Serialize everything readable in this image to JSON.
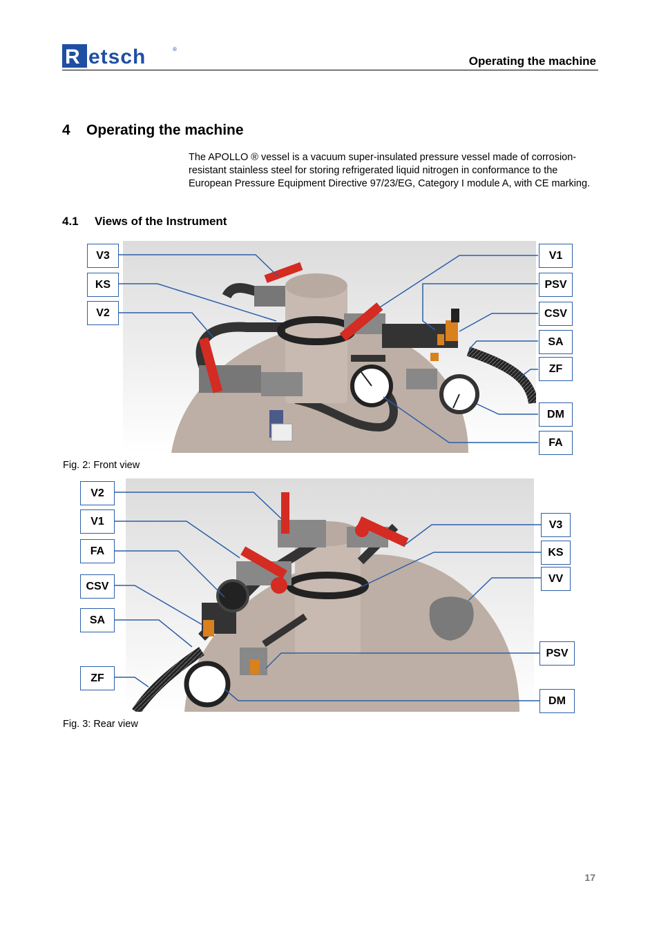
{
  "brand": {
    "name": "Retsch",
    "registered": "®"
  },
  "header": {
    "title": "Operating the machine"
  },
  "chapter": {
    "number": "4",
    "title": "Operating the machine"
  },
  "intro_text": "The APOLLO ® vessel is a vacuum super-insulated pressure vessel made of corrosion-resistant stainless steel for storing refrigerated liquid nitrogen in conformance to the European Pressure Equipment Directive 97/23/EG, Category I module A, with CE marking.",
  "section": {
    "number": "4.1",
    "title": "Views of the Instrument"
  },
  "front_view": {
    "caption": "Fig. 2: Front view",
    "labels": {
      "v3": "V3",
      "ks": "KS",
      "v2": "V2",
      "v1": "V1",
      "psv": "PSV",
      "csv": "CSV",
      "sa": "SA",
      "zf": "ZF",
      "dm": "DM",
      "fa": "FA"
    }
  },
  "rear_view": {
    "caption": "Fig. 3: Rear view",
    "labels": {
      "v2": "V2",
      "v1": "V1",
      "fa": "FA",
      "csv": "CSV",
      "sa": "SA",
      "zf": "ZF",
      "v3": "V3",
      "ks": "KS",
      "vv": "VV",
      "psv": "PSV",
      "dm": "DM"
    }
  },
  "page_number": "17",
  "colors": {
    "leader": "#2a5ea8",
    "valve_handle": "#d42b22",
    "brass": "#d9801f",
    "vessel": "#bcaea4",
    "pipe": "#3a3a3a"
  }
}
